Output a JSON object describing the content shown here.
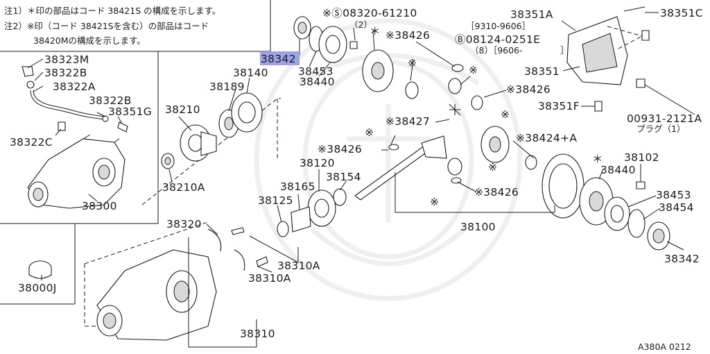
{
  "notes": {
    "line1": "注1）＊印の部品はコード 38421S の構成を示します。",
    "line2": "注2）※印（コード 38421Sを含む）の部品はコード",
    "line3": "38420Mの構成を示します。"
  },
  "highlight_part": "38342",
  "footer_code": "A380A 0212",
  "parts": {
    "p38323M": "38323M",
    "p38322B_top": "38322B",
    "p38322A": "38322A",
    "p38322B_mid": "38322B",
    "p38351G": "38351G",
    "p38322C": "38322C",
    "p38300": "38300",
    "p38210": "38210",
    "p38210A": "38210A",
    "p38189": "38189",
    "p38140": "38140",
    "p38453_top": "38453",
    "p38440_top": "38440",
    "bolt_spec": "※Ⓢ08320-61210",
    "bolt_qty": "（2）",
    "star_a": "＊",
    "p38426_a": "※38426",
    "mark_a": "※",
    "mark_b": "※",
    "p38351A": "38351A",
    "date_a": "［9310-9606］",
    "bolt2_spec": "Ⓑ08124-0251E",
    "bolt2_qty": "（8）［9606-",
    "bracket_close": "］",
    "p38351C": "38351C",
    "p38351": "38351",
    "p38426_b": "※38426",
    "mark_c": "※",
    "p38351F": "38351F",
    "plug_code": "00931-2121A",
    "plug_label": "プラグ（1）",
    "p38427": "※38427",
    "mark_d": "※",
    "p38426_c": "※38426",
    "p38424A": "※38424+A",
    "mark_e": "※",
    "p38120": "38120",
    "p38154": "38154",
    "p38165": "38165",
    "p38125": "38125",
    "p38426_d": "※38426",
    "mark_f": "※",
    "star_b": "＊",
    "p38440_bot": "38440",
    "p38102": "38102",
    "p38453_bot": "38453",
    "p38454": "38454",
    "p38342_bot": "38342",
    "p38100": "38100",
    "p38320": "38320",
    "p38310A_a": "38310A",
    "p38310A_b": "38310A",
    "p38310": "38310",
    "p38000J": "38000J"
  },
  "colors": {
    "highlight": "#9ea3e6",
    "line": "#1a1a1a",
    "watermark": "#efefef"
  }
}
